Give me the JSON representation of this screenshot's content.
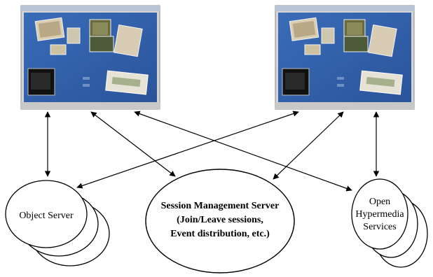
{
  "diagram": {
    "clients": [
      {
        "id": "client-left"
      },
      {
        "id": "client-right"
      }
    ],
    "nodes": {
      "object_server": {
        "label": "Object Server"
      },
      "session_server": {
        "title": "Session Management Server",
        "line2": "(Join/Leave sessions,",
        "line3": "Event distribution, etc.)"
      },
      "hypermedia": {
        "line1": "Open",
        "line2": "Hypermedia",
        "line3": "Services"
      }
    },
    "colors": {
      "desktop_blue": "#2f5fa8",
      "window_frame": "#c8c8c8",
      "stroke": "#000000"
    }
  }
}
